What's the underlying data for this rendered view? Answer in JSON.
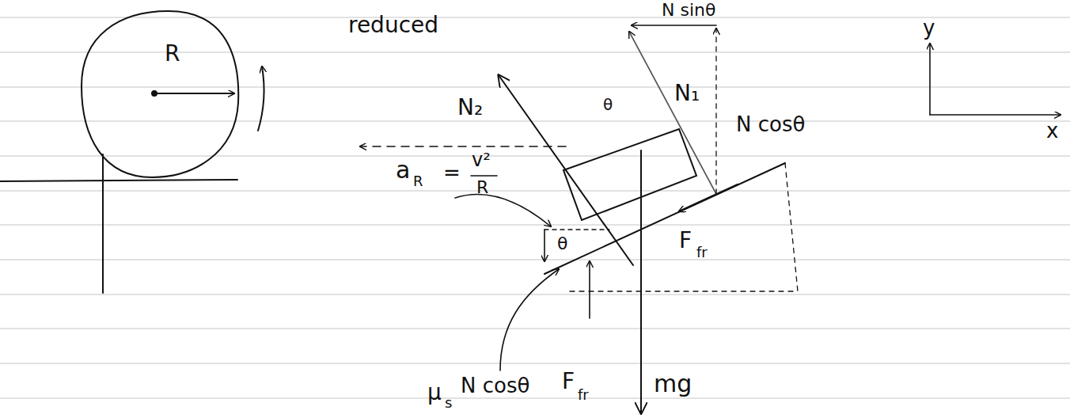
{
  "diagram": {
    "nodes": [
      {
        "text": [
          "R"
        ]
      }
    ],
    "labels": [
      "reduced",
      "N sinθ",
      "N₂",
      "N₁",
      "θ",
      "N cosθ",
      "y",
      "x",
      "a",
      "R",
      "=",
      "v²",
      "R",
      "F",
      "fr",
      "θ",
      "μ",
      "s",
      "N cosθ",
      "F",
      "fr",
      "mg"
    ]
  }
}
